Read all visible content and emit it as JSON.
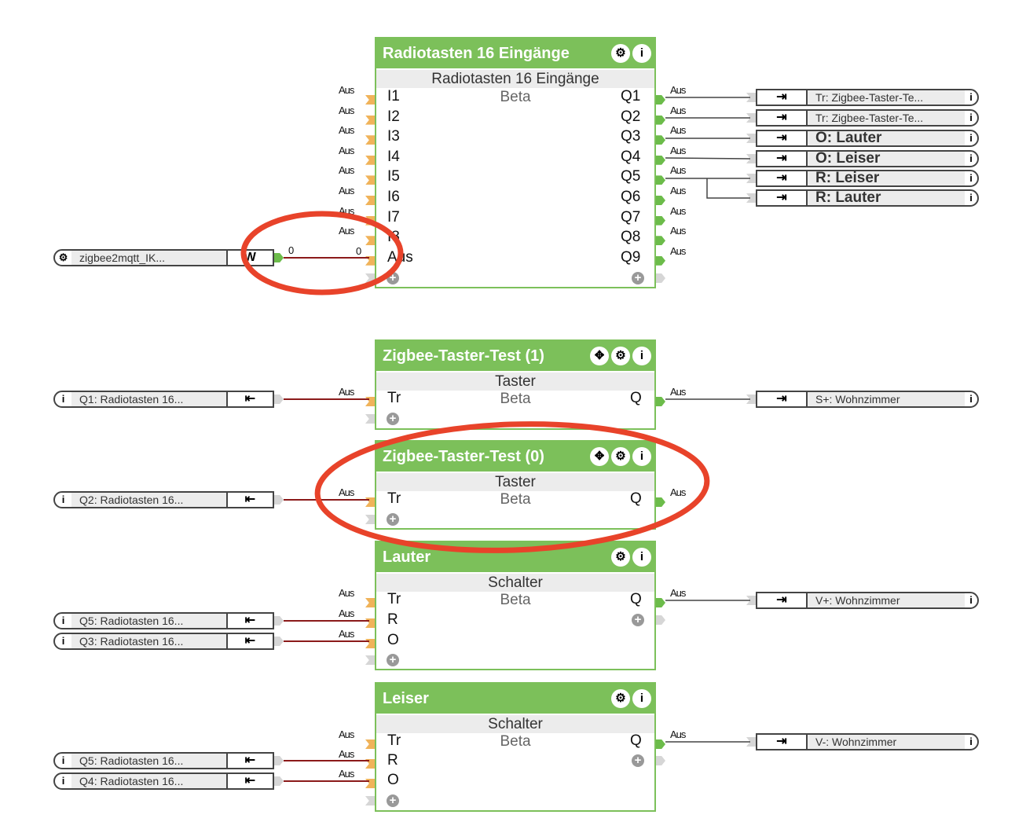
{
  "colors": {
    "block_header": "#7cc05a",
    "input_port": "#f0b35a",
    "output_port": "#6cbc4a",
    "wire": "#8b1a1a",
    "highlight_ellipse": "#e8432a"
  },
  "blocks": [
    {
      "title": "Radiotasten 16 Eingänge",
      "subtitle": "Radiotasten 16 Eingänge",
      "status": "Beta",
      "icons": [
        "gear-icon",
        "info-icon"
      ],
      "inputs": [
        {
          "label": "I1",
          "value": "Aus"
        },
        {
          "label": "I2",
          "value": "Aus"
        },
        {
          "label": "I3",
          "value": "Aus"
        },
        {
          "label": "I4",
          "value": "Aus"
        },
        {
          "label": "I5",
          "value": "Aus"
        },
        {
          "label": "I6",
          "value": "Aus"
        },
        {
          "label": "I7",
          "value": "Aus"
        },
        {
          "label": "I8",
          "value": "Aus"
        },
        {
          "label": "Aus",
          "value": "0"
        }
      ],
      "outputs": [
        {
          "label": "Q1",
          "value": "Aus"
        },
        {
          "label": "Q2",
          "value": "Aus"
        },
        {
          "label": "Q3",
          "value": "Aus"
        },
        {
          "label": "Q4",
          "value": "Aus"
        },
        {
          "label": "Q5",
          "value": "Aus"
        },
        {
          "label": "Q6",
          "value": "Aus"
        },
        {
          "label": "Q7",
          "value": "Aus"
        },
        {
          "label": "Q8",
          "value": "Aus"
        },
        {
          "label": "Q9",
          "value": "Aus"
        }
      ]
    },
    {
      "title": "Zigbee-Taster-Test (1)",
      "subtitle": "Taster",
      "status": "Beta",
      "icons": [
        "move-icon",
        "gear-icon",
        "info-icon"
      ],
      "inputs": [
        {
          "label": "Tr",
          "value": "Aus"
        }
      ],
      "outputs": [
        {
          "label": "Q",
          "value": "Aus"
        }
      ]
    },
    {
      "title": "Zigbee-Taster-Test (0)",
      "subtitle": "Taster",
      "status": "Beta",
      "icons": [
        "move-icon",
        "gear-icon",
        "info-icon"
      ],
      "inputs": [
        {
          "label": "Tr",
          "value": "Aus"
        }
      ],
      "outputs": [
        {
          "label": "Q",
          "value": "Aus"
        }
      ]
    },
    {
      "title": "Lauter",
      "subtitle": "Schalter",
      "status": "Beta",
      "icons": [
        "gear-icon",
        "info-icon"
      ],
      "inputs": [
        {
          "label": "Tr",
          "value": "Aus"
        },
        {
          "label": "R",
          "value": "Aus"
        },
        {
          "label": "O",
          "value": "Aus"
        }
      ],
      "outputs": [
        {
          "label": "Q",
          "value": "Aus"
        }
      ]
    },
    {
      "title": "Leiser",
      "subtitle": "Schalter",
      "status": "Beta",
      "icons": [
        "gear-icon",
        "info-icon"
      ],
      "inputs": [
        {
          "label": "Tr",
          "value": "Aus"
        },
        {
          "label": "R",
          "value": "Aus"
        },
        {
          "label": "O",
          "value": "Aus"
        }
      ],
      "outputs": [
        {
          "label": "Q",
          "value": "Aus"
        }
      ]
    }
  ],
  "left_refs": [
    {
      "label": "zigbee2mqtt_IK...",
      "icon": "gear-icon",
      "type_icon": "W",
      "value_out": "0"
    },
    {
      "label": "Q1: Radiotasten 16...",
      "icon": "info-icon",
      "type_icon": "output-ref-icon"
    },
    {
      "label": "Q2: Radiotasten 16...",
      "icon": "info-icon",
      "type_icon": "output-ref-icon"
    },
    {
      "label": "Q5: Radiotasten 16...",
      "icon": "info-icon",
      "type_icon": "output-ref-icon"
    },
    {
      "label": "Q3: Radiotasten 16...",
      "icon": "info-icon",
      "type_icon": "output-ref-icon"
    },
    {
      "label": "Q5: Radiotasten 16...",
      "icon": "info-icon",
      "type_icon": "output-ref-icon"
    },
    {
      "label": "Q4: Radiotasten 16...",
      "icon": "info-icon",
      "type_icon": "output-ref-icon"
    }
  ],
  "right_refs": [
    {
      "label": "Tr: Zigbee-Taster-Te...",
      "icon": "input-ref-icon",
      "big": false
    },
    {
      "label": "Tr: Zigbee-Taster-Te...",
      "icon": "input-ref-icon",
      "big": false
    },
    {
      "label": "O: Lauter",
      "icon": "input-ref-icon",
      "big": true
    },
    {
      "label": "O: Leiser",
      "icon": "input-ref-icon",
      "big": true
    },
    {
      "label": "R: Leiser",
      "icon": "input-ref-icon",
      "big": true
    },
    {
      "label": "R: Lauter",
      "icon": "input-ref-icon",
      "big": true
    },
    {
      "label": "S+: Wohnzimmer",
      "icon": "input-ref-icon",
      "big": false
    },
    {
      "label": "V+: Wohnzimmer",
      "icon": "input-ref-icon",
      "big": false
    },
    {
      "label": "V-: Wohnzimmer",
      "icon": "input-ref-icon",
      "big": false
    }
  ]
}
